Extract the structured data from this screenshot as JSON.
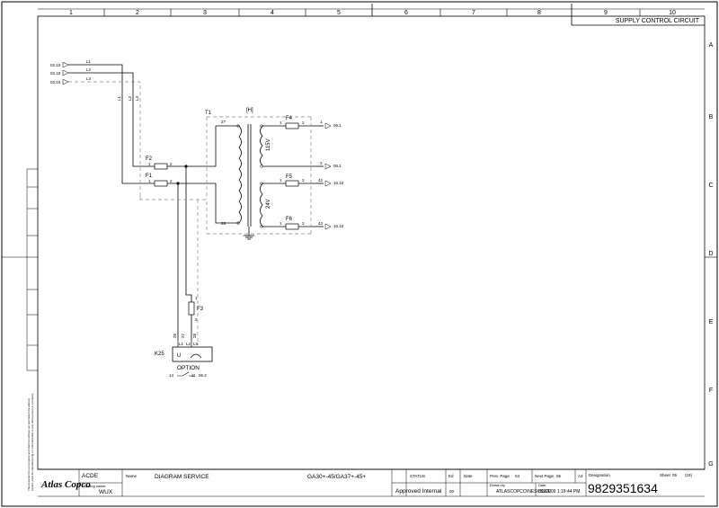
{
  "title": "SUPPLY CONTROL CIRCUIT",
  "columns": [
    "1",
    "2",
    "3",
    "4",
    "5",
    "6",
    "7",
    "8",
    "9",
    "10"
  ],
  "rows": [
    "A",
    "B",
    "C",
    "D",
    "E",
    "F",
    "G"
  ],
  "inputs": [
    {
      "ref": "02.10",
      "label": "L1"
    },
    {
      "ref": "02.10",
      "label": "L2"
    },
    {
      "ref": "02.10",
      "label": "L3"
    }
  ],
  "drop_labels": [
    "L1",
    "L2",
    "L3"
  ],
  "transformer": {
    "name": "T1",
    "bracket": "[H]",
    "tap_top": "27",
    "tap_bottom": "26",
    "sec1_voltage": "115V",
    "sec2_voltage": "24V"
  },
  "fuses": {
    "F1": {
      "name": "F1",
      "p1": "1",
      "p2": "2"
    },
    "F2": {
      "name": "F2",
      "p1": "1",
      "p2": "2"
    },
    "F3": {
      "name": "F3",
      "p1": "1",
      "p2": "2"
    },
    "F4": {
      "name": "F4",
      "p1": "1",
      "p2": "2"
    },
    "F5": {
      "name": "F5",
      "p1": "1",
      "p2": "2"
    },
    "F6": {
      "name": "F6",
      "p1": "1",
      "p2": "2"
    }
  },
  "outputs": [
    {
      "wire": "1",
      "ref": "06.1"
    },
    {
      "wire": "2",
      "ref": "06.1"
    },
    {
      "wire": "42",
      "ref": "10.10"
    },
    {
      "wire": "43",
      "ref": "10.10"
    }
  ],
  "k25": {
    "name": "K25",
    "option": "OPTION",
    "u": "U",
    "wire_labels": [
      "26",
      "27",
      "28"
    ],
    "term_labels": [
      "L1",
      "L2",
      "L3"
    ],
    "contact_a": "14",
    "contact_b": "11",
    "contact_ref": "06.2"
  },
  "side_note_1": "This document is our property and shall not without our permission be altered,",
  "side_note_2": "copied, used for manufacturing or communicated to any other person or company.",
  "title_block": {
    "company": "Atlas Copco",
    "acde": "ACDE",
    "owner_label": "Drawing owner",
    "owner": "WUX",
    "name_label": "Name",
    "name": "DIAGRAM SERVICE",
    "model": "GA30+-45/GA37+-45+",
    "status_label": "STATUS",
    "status": "Approved Internal",
    "ed_label": "Ed",
    "ed": "00",
    "date_label": "Date",
    "prev_label": "Prev. Page",
    "prev": "04",
    "next_label": "Next Page",
    "next": "06",
    "size": "A3",
    "drawn_label": "Drawn by",
    "drawn": "ATLASCOPCO\\NESKSJLE",
    "date2_label": "Date",
    "date2": "3/5/2009 1:19:44 PM",
    "designation_label": "Designation",
    "designation": "9829351634",
    "sheet_label": "Sheet",
    "sheet": "05",
    "sheet_total": "(19)"
  }
}
